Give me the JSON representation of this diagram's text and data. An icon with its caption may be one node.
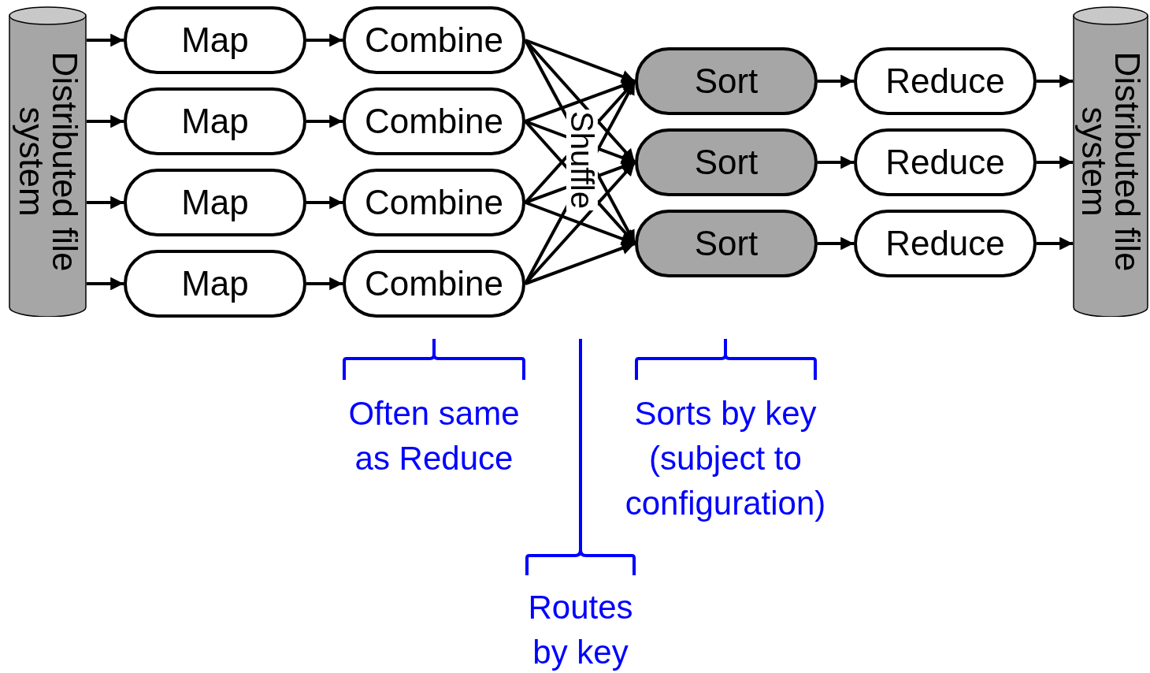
{
  "diagram": {
    "nodes": [
      {
        "text": [
          "Distributed file system"
        ]
      },
      {
        "text": [
          "Map"
        ]
      },
      {
        "text": [
          "Map"
        ]
      },
      {
        "text": [
          "Map"
        ]
      },
      {
        "text": [
          "Map"
        ]
      },
      {
        "text": [
          "Combine"
        ]
      },
      {
        "text": [
          "Combine"
        ]
      },
      {
        "text": [
          "Combine"
        ]
      },
      {
        "text": [
          "Combine"
        ]
      },
      {
        "text": [
          "Sort"
        ]
      },
      {
        "text": [
          "Sort"
        ]
      },
      {
        "text": [
          "Sort"
        ]
      },
      {
        "text": [
          "Reduce"
        ]
      },
      {
        "text": [
          "Reduce"
        ]
      },
      {
        "text": [
          "Reduce"
        ]
      },
      {
        "text": [
          "Distributed file system"
        ]
      }
    ],
    "edges": [
      {
        "from": 0,
        "to": 1,
        "arrow": "to"
      },
      {
        "from": 0,
        "to": 2,
        "arrow": "to"
      },
      {
        "from": 0,
        "to": 3,
        "arrow": "to"
      },
      {
        "from": 0,
        "to": 4,
        "arrow": "to"
      },
      {
        "from": 1,
        "to": 5,
        "arrow": "to"
      },
      {
        "from": 2,
        "to": 6,
        "arrow": "to"
      },
      {
        "from": 3,
        "to": 7,
        "arrow": "to"
      },
      {
        "from": 4,
        "to": 8,
        "arrow": "to"
      },
      {
        "from": 5,
        "to": 9,
        "arrow": "to"
      },
      {
        "from": 5,
        "to": 10,
        "arrow": "to"
      },
      {
        "from": 5,
        "to": 11,
        "arrow": "to"
      },
      {
        "from": 6,
        "to": 9,
        "arrow": "to"
      },
      {
        "from": 6,
        "to": 10,
        "arrow": "to"
      },
      {
        "from": 6,
        "to": 11,
        "arrow": "to"
      },
      {
        "from": 7,
        "to": 9,
        "arrow": "to"
      },
      {
        "from": 7,
        "to": 10,
        "arrow": "to"
      },
      {
        "from": 7,
        "to": 11,
        "arrow": "to"
      },
      {
        "from": 8,
        "to": 9,
        "arrow": "to"
      },
      {
        "from": 8,
        "to": 10,
        "arrow": "to"
      },
      {
        "from": 8,
        "to": 11,
        "arrow": "to"
      },
      {
        "from": 9,
        "to": 12,
        "arrow": "to"
      },
      {
        "from": 10,
        "to": 13,
        "arrow": "to"
      },
      {
        "from": 11,
        "to": 14,
        "arrow": "to"
      },
      {
        "from": 12,
        "to": 15,
        "arrow": "to"
      },
      {
        "from": 13,
        "to": 15,
        "arrow": "to"
      },
      {
        "from": 14,
        "to": 15,
        "arrow": "to"
      }
    ],
    "labels": [
      "Shuffle",
      "Often same as Reduce",
      "Sorts by key (subject to configuration)",
      "Routes by key"
    ]
  }
}
